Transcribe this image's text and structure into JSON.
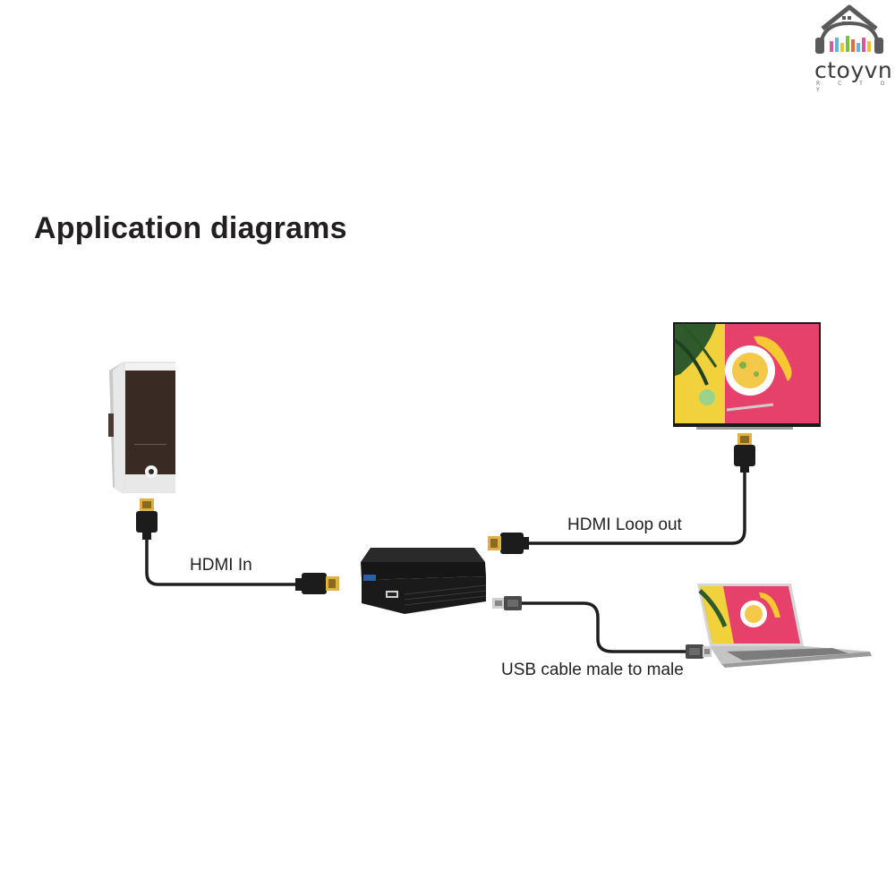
{
  "heading": "Application diagrams",
  "labels": {
    "hdmi_in": "HDMI In",
    "hdmi_loop_out": "HDMI Loop out",
    "usb_cable": "USB cable male to male"
  },
  "logo": {
    "name": "ctoyvn",
    "tagline": "R C T O Y"
  },
  "colors": {
    "text": "#231f20",
    "cable": "#1e1e1e",
    "connector_gold": "#e0b040",
    "tv_screen_pink": "#e6416a",
    "tv_screen_yellow": "#f2d23c"
  },
  "devices": [
    "pc-tower-icon",
    "capture-box-icon",
    "tv-icon",
    "laptop-icon"
  ]
}
